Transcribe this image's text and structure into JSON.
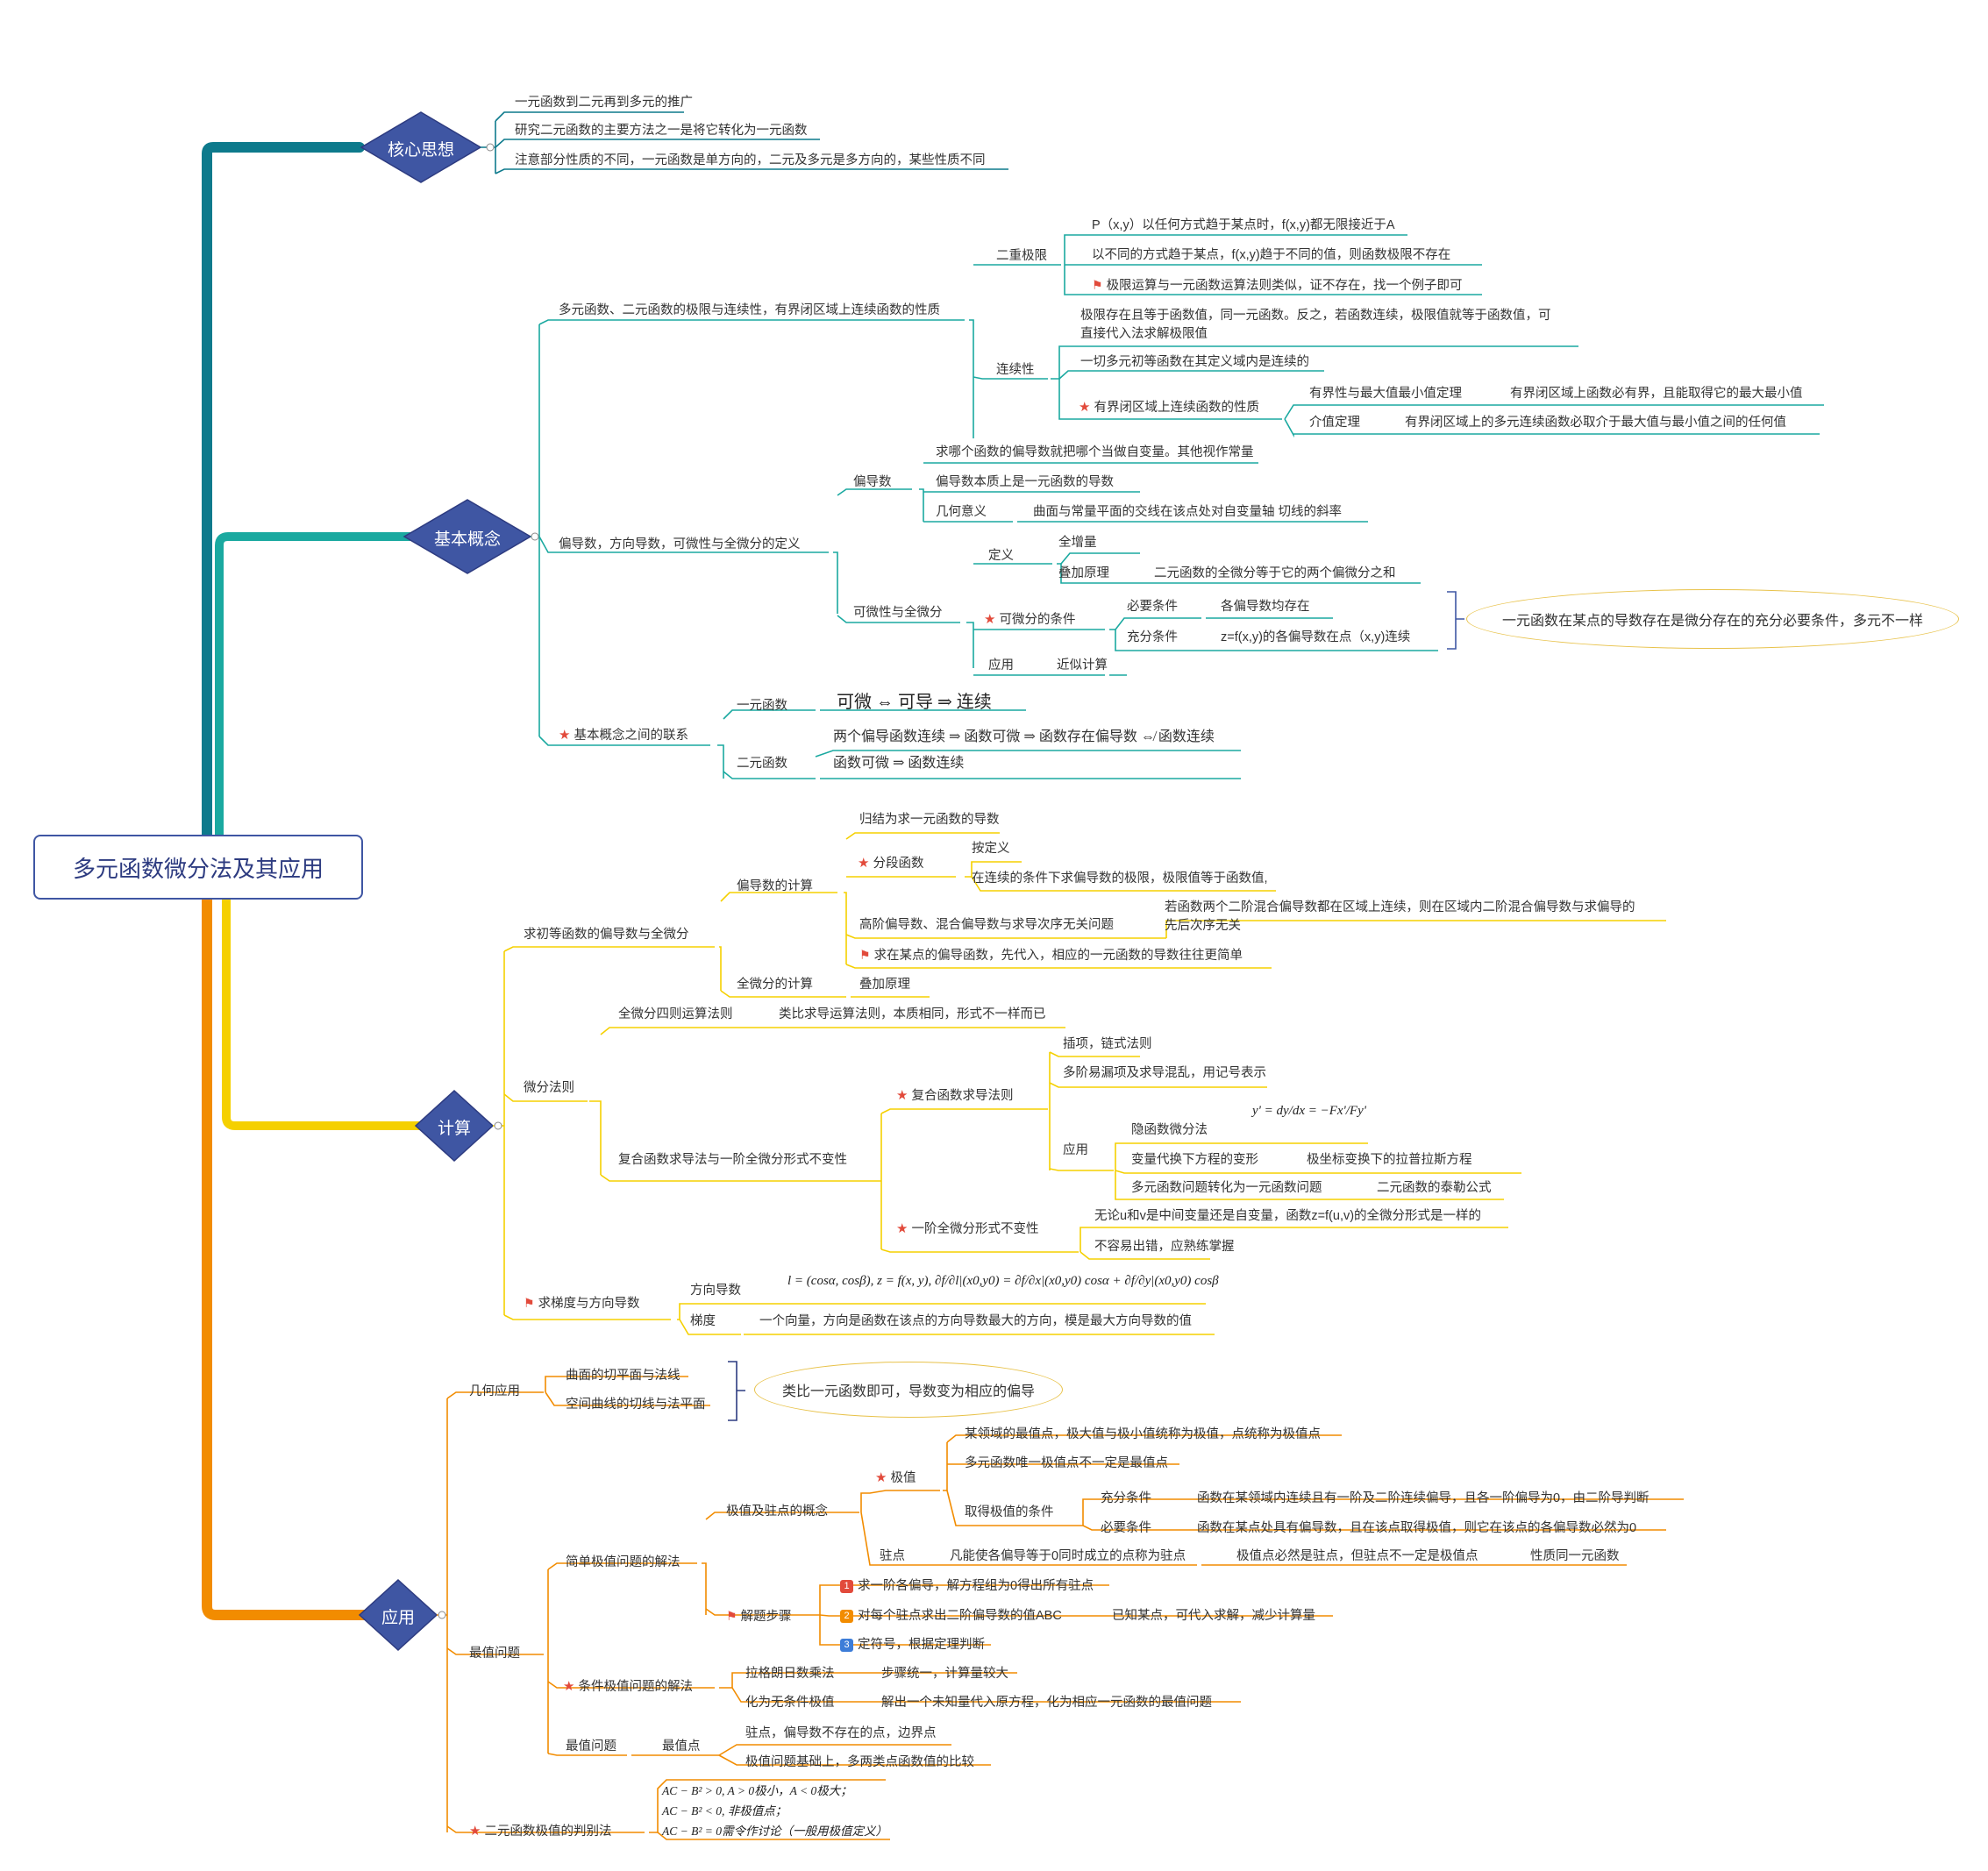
{
  "root": "多元函数微分法及其应用",
  "colors": {
    "core": "#0d7a8c",
    "basic": "#1aa9a0",
    "calc": "#f5d000",
    "apply": "#f28c00",
    "diamond": "#3f56a3"
  },
  "main_nodes": {
    "core": "核心思想",
    "basic": "基本概念",
    "calc": "计算",
    "apply": "应用"
  },
  "core": {
    "items": [
      "一元函数到二元再到多元的推广",
      "研究二元函数的主要方法之一是将它转化为一元函数",
      "注意部分性质的不同，一元函数是单方向的，二元及多元是多方向的，某些性质不同"
    ]
  },
  "basic": {
    "limits": {
      "label": "多元函数、二元函数的极限与连续性，有界闭区域上连续函数的性质",
      "double_limit": {
        "label": "二重极限",
        "items": [
          "P（x,y）以任何方式趋于某点时，f(x,y)都无限接近于A",
          "以不同的方式趋于某点，f(x,y)趋于不同的值，则函数极限不存在",
          "极限运算与一元函数运算法则类似，证不存在，找一个例子即可"
        ]
      },
      "continuity": {
        "label": "连续性",
        "item1_line1": "极限存在且等于函数值，同一元函数。反之，若函数连续，极限值就等于函数值，可",
        "item1_line2": "直接代入法求解极限值",
        "item2": "一切多元初等函数在其定义域内是连续的",
        "bounded": {
          "label": "有界闭区域上连续函数的性质",
          "thm1": "有界性与最大值最小值定理",
          "thm1_desc": "有界闭区域上函数必有界，且能取得它的最大最小值",
          "thm2": "介值定理",
          "thm2_desc": "有界闭区域上的多元连续函数必取介于最大值与最小值之间的任何值"
        }
      }
    },
    "partial": {
      "label": "偏导数，方向导数，可微性与全微分的定义",
      "pd": {
        "label": "偏导数",
        "items": [
          "求哪个函数的偏导数就把哪个当做自变量。其他视作常量",
          "偏导数本质上是一元函数的导数"
        ],
        "geo": "几何意义",
        "geo_desc": "曲面与常量平面的交线在该点处对自变量轴 切线的斜率"
      },
      "diff": {
        "label": "可微性与全微分",
        "def": "定义",
        "def_a": "全增量",
        "def_b": "叠加原理",
        "def_b_desc": "二元函数的全微分等于它的两个偏微分之和",
        "cond": "可微分的条件",
        "nec": "必要条件",
        "nec_desc": "各偏导数均存在",
        "suf": "充分条件",
        "suf_desc": "z=f(x,y)的各偏导数在点（x,y)连续",
        "app": "应用",
        "app_desc": "近似计算"
      },
      "note": "一元函数在某点的导数存在是微分存在的充分必要条件，多元不一样"
    },
    "relation": {
      "label": "基本概念之间的联系",
      "one": "一元函数",
      "one_formula": "可微 ⇔ 可导 ⇒ 连续",
      "two": "二元函数",
      "two_formula1": "两个偏导函数连续 ⇒ 函数可微 ⇒ 函数存在偏导数 ⇎ 函数连续",
      "two_formula2": "函数可微 ⇒ 函数连续"
    }
  },
  "calc": {
    "elem": {
      "label": "求初等函数的偏导数与全微分",
      "pdcalc": "偏导数的计算",
      "reduce": "归结为求一元函数的导数",
      "piecewise": "分段函数",
      "pw1": "按定义",
      "pw2": "在连续的条件下求偏导数的极限，极限值等于函数值,",
      "higher": "高阶偏导数、混合偏导数与求导次序无关问题",
      "higher_desc1": "若函数两个二阶混合偏导数都在区域上连续，则在区域内二阶混合偏导数与求偏导的",
      "higher_desc2": "先后次序无关",
      "point": "求在某点的偏导函数，先代入，相应的一元函数的导数往往更简单",
      "total": "全微分的计算",
      "total_desc": "叠加原理"
    },
    "rules": {
      "label": "微分法则",
      "four": "全微分四则运算法则",
      "four_desc": "类比求导运算法则，本质相同，形式不一样而已",
      "comp": "复合函数求导法与一阶全微分形式不变性",
      "chain": "复合函数求导法则",
      "chain1": "插项，链式法则",
      "chain2": "多阶易漏项及求导混乱，用记号表示",
      "app": "应用",
      "implicit": "隐函数微分法",
      "implicit_formula": "y' = dy/dx = −Fx'/Fy'",
      "subst": "变量代换下方程的变形",
      "subst_desc": "极坐标变换下的拉普拉斯方程",
      "multi": "多元函数问题转化为一元函数问题",
      "multi_desc": "二元函数的泰勒公式",
      "inv": "一阶全微分形式不变性",
      "inv1": "无论u和v是中间变量还是自变量，函数z=f(u,v)的全微分形式是一样的",
      "inv2": "不容易出错，应熟练掌握"
    },
    "grad": {
      "label": "求梯度与方向导数",
      "dir": "方向导数",
      "dir_formula": "l = (cosα, cosβ), z = f(x, y), ∂f/∂l|(x0,y0) = ∂f/∂x|(x0,y0) cosα + ∂f/∂y|(x0,y0) cosβ",
      "grad": "梯度",
      "grad_desc": "一个向量，方向是函数在该点的方向导数最大的方向，模是最大方向导数的值"
    }
  },
  "apply": {
    "geo": {
      "label": "几何应用",
      "a": "曲面的切平面与法线",
      "b": "空间曲线的切线与法平面",
      "note": "类比一元函数即可，导数变为相应的偏导"
    },
    "opt": {
      "label": "最值问题",
      "simple": "简单极值问题的解法",
      "concept": "极值及驻点的概念",
      "ext": "极值",
      "ext1": "某领域的最值点，极大值与极小值统称为极值，点统称为极值点",
      "ext2": "多元函数唯一极值点不一定是最值点",
      "cond": "取得极值的条件",
      "suf": "充分条件",
      "suf_desc": "函数在某领域内连续且有一阶及二阶连续偏导，且各一阶偏导为0，由二阶导判断",
      "nec": "必要条件",
      "nec_desc": "函数在某点处具有偏导数，且在该点取得极值，则它在该点的各偏导数必然为0",
      "stat": "驻点",
      "stat1": "凡能使各偏导等于0同时成立的点称为驻点",
      "stat2": "极值点必然是驻点，但驻点不一定是极值点",
      "stat3": "性质同一元函数",
      "steps": "解题步骤",
      "s1": "求一阶各偏导，解方程组为0得出所有驻点",
      "s2": "对每个驻点求出二阶偏导数的值ABC",
      "s2_desc": "已知某点，可代入求解，减少计算量",
      "s3": "定符号，根据定理判断",
      "constrained": "条件极值问题的解法",
      "lag": "拉格朗日数乘法",
      "lag_desc": "步骤统一，计算量较大",
      "uncond": "化为无条件极值",
      "uncond_desc": "解出一个未知量代入原方程，化为相应一元函数的最值问题",
      "maxmin": "最值问题",
      "maxpt": "最值点",
      "max1": "驻点，偏导数不存在的点，边界点",
      "max2": "极值问题基础上，多两类点函数值的比较"
    },
    "disc": {
      "label": "二元函数极值的判别法",
      "l1": "AC − B² > 0, A > 0极小，A < 0极大；",
      "l2": "AC − B² < 0, 非极值点；",
      "l3": "AC − B² = 0需令作讨论（一般用极值定义）"
    }
  }
}
